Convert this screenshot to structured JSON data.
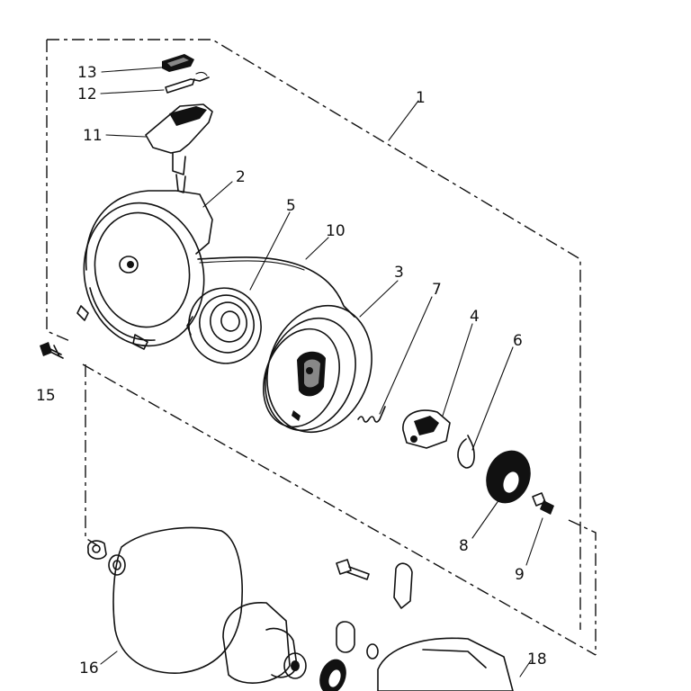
{
  "diagram": {
    "callouts": [
      {
        "id": "1",
        "text": "1"
      },
      {
        "id": "2",
        "text": "2"
      },
      {
        "id": "3",
        "text": "3"
      },
      {
        "id": "4",
        "text": "4"
      },
      {
        "id": "5",
        "text": "5"
      },
      {
        "id": "6",
        "text": "6"
      },
      {
        "id": "7",
        "text": "7"
      },
      {
        "id": "8",
        "text": "8"
      },
      {
        "id": "9",
        "text": "9"
      },
      {
        "id": "10",
        "text": "10"
      },
      {
        "id": "11",
        "text": "11"
      },
      {
        "id": "12",
        "text": "12"
      },
      {
        "id": "13",
        "text": "13"
      },
      {
        "id": "15",
        "text": "15"
      },
      {
        "id": "16",
        "text": "16"
      },
      {
        "id": "18",
        "text": "18"
      }
    ]
  }
}
